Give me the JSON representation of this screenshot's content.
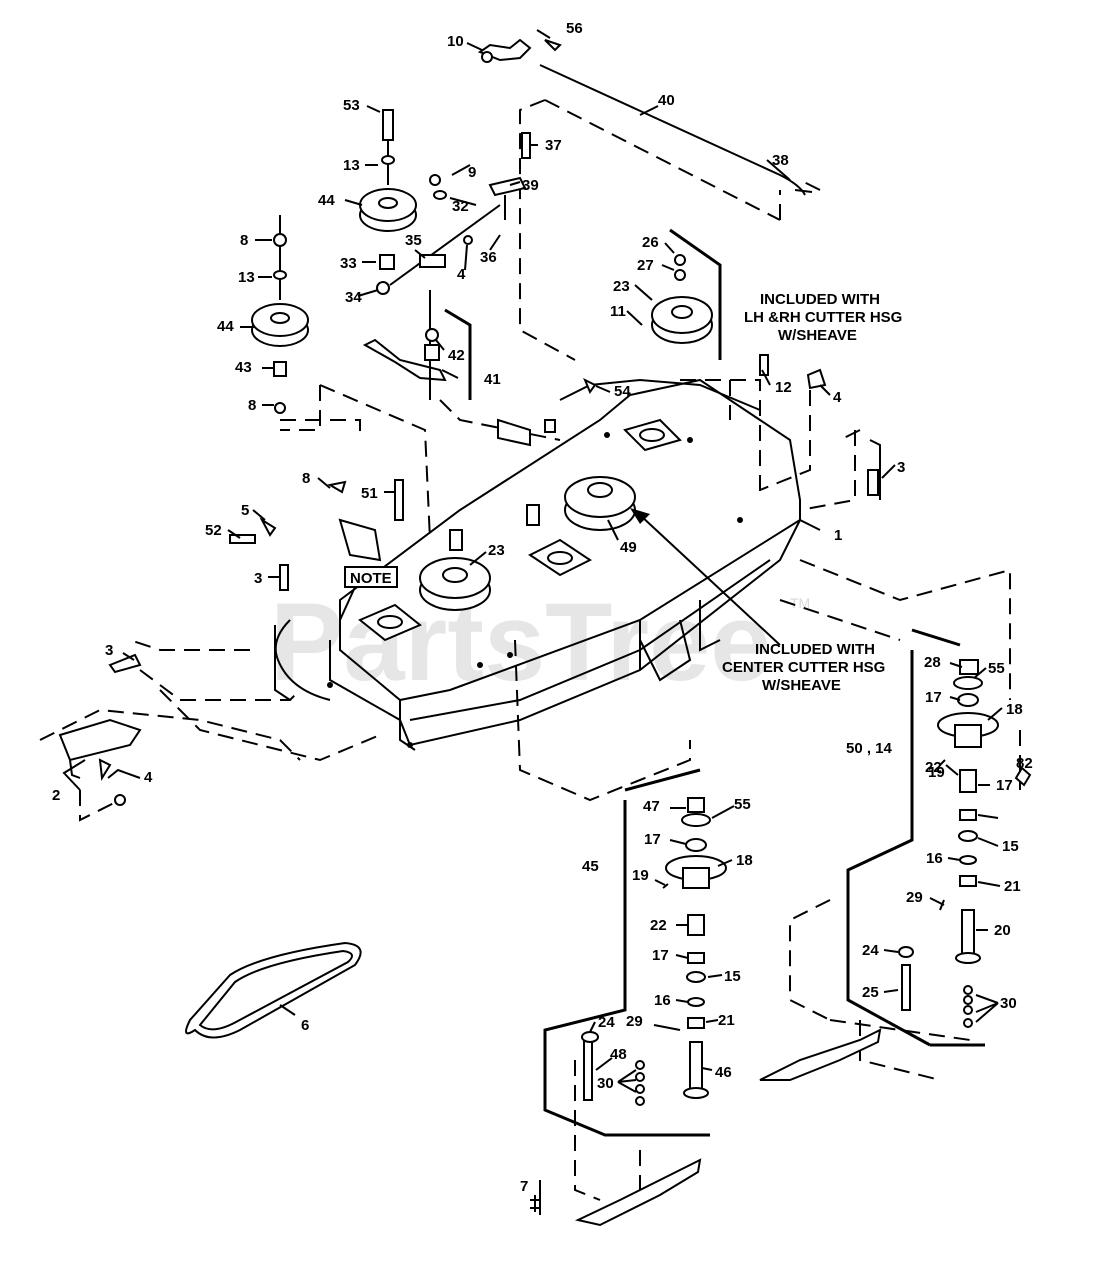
{
  "watermark": {
    "text": "PartsTree",
    "trademark": "TM"
  },
  "note_box": {
    "text": "NOTE"
  },
  "callouts": {
    "lh_rh": [
      "INCLUDED WITH",
      "LH &RH CUTTER HSG",
      "W/SHEAVE"
    ],
    "center": [
      "INCLUDED WITH",
      "CENTER CUTTER HSG",
      "W/SHEAVE"
    ]
  },
  "part_labels": [
    {
      "id": "l10",
      "text": "10"
    },
    {
      "id": "l56",
      "text": "56"
    },
    {
      "id": "l40",
      "text": "40"
    },
    {
      "id": "l53",
      "text": "53"
    },
    {
      "id": "l37",
      "text": "37"
    },
    {
      "id": "l38",
      "text": "38"
    },
    {
      "id": "l13a",
      "text": "13"
    },
    {
      "id": "l9",
      "text": "9"
    },
    {
      "id": "l39",
      "text": "39"
    },
    {
      "id": "l44a",
      "text": "44"
    },
    {
      "id": "l32",
      "text": "32"
    },
    {
      "id": "l8a",
      "text": "8"
    },
    {
      "id": "l35",
      "text": "35"
    },
    {
      "id": "l26",
      "text": "26"
    },
    {
      "id": "l27",
      "text": "27"
    },
    {
      "id": "l33",
      "text": "33"
    },
    {
      "id": "l4a",
      "text": "4"
    },
    {
      "id": "l36",
      "text": "36"
    },
    {
      "id": "l13b",
      "text": "13"
    },
    {
      "id": "l34",
      "text": "34"
    },
    {
      "id": "l23a",
      "text": "23"
    },
    {
      "id": "l11",
      "text": "11"
    },
    {
      "id": "l44b",
      "text": "44"
    },
    {
      "id": "l42",
      "text": "42"
    },
    {
      "id": "l43",
      "text": "43"
    },
    {
      "id": "l41",
      "text": "41"
    },
    {
      "id": "l12",
      "text": "12"
    },
    {
      "id": "l54",
      "text": "54"
    },
    {
      "id": "l4b",
      "text": "4"
    },
    {
      "id": "l8b",
      "text": "8"
    },
    {
      "id": "l3a",
      "text": "3"
    },
    {
      "id": "l8c",
      "text": "8"
    },
    {
      "id": "l51",
      "text": "51"
    },
    {
      "id": "l1",
      "text": "1"
    },
    {
      "id": "l5",
      "text": "5"
    },
    {
      "id": "l52",
      "text": "52"
    },
    {
      "id": "l49",
      "text": "49"
    },
    {
      "id": "l23b",
      "text": "23"
    },
    {
      "id": "l3b",
      "text": "3"
    },
    {
      "id": "l3c",
      "text": "3"
    },
    {
      "id": "l28",
      "text": "28"
    },
    {
      "id": "l55a",
      "text": "55"
    },
    {
      "id": "l17a",
      "text": "17"
    },
    {
      "id": "l18a",
      "text": "18"
    },
    {
      "id": "l50",
      "text": "50 , 14"
    },
    {
      "id": "l19a",
      "text": "19"
    },
    {
      "id": "l82",
      "text": "82"
    },
    {
      "id": "l22a",
      "text": "22"
    },
    {
      "id": "l4c",
      "text": "4"
    },
    {
      "id": "l2",
      "text": "2"
    },
    {
      "id": "l17b",
      "text": "17"
    },
    {
      "id": "l15a",
      "text": "15"
    },
    {
      "id": "l47",
      "text": "47"
    },
    {
      "id": "l55b",
      "text": "55"
    },
    {
      "id": "l16a",
      "text": "16"
    },
    {
      "id": "l21a",
      "text": "21"
    },
    {
      "id": "l17c",
      "text": "17"
    },
    {
      "id": "l18b",
      "text": "18"
    },
    {
      "id": "l45",
      "text": "45"
    },
    {
      "id": "l19b",
      "text": "19"
    },
    {
      "id": "l29a",
      "text": "29"
    },
    {
      "id": "l20",
      "text": "20"
    },
    {
      "id": "l22b",
      "text": "22"
    },
    {
      "id": "l24a",
      "text": "24"
    },
    {
      "id": "l17d",
      "text": "17"
    },
    {
      "id": "l15b",
      "text": "15"
    },
    {
      "id": "l25",
      "text": "25"
    },
    {
      "id": "l30a",
      "text": "30"
    },
    {
      "id": "l16b",
      "text": "16"
    },
    {
      "id": "l21b",
      "text": "21"
    },
    {
      "id": "l6",
      "text": "6"
    },
    {
      "id": "l24b",
      "text": "24"
    },
    {
      "id": "l29b",
      "text": "29"
    },
    {
      "id": "l48",
      "text": "48"
    },
    {
      "id": "l46",
      "text": "46"
    },
    {
      "id": "l30b",
      "text": "30"
    },
    {
      "id": "l7",
      "text": "7"
    }
  ]
}
